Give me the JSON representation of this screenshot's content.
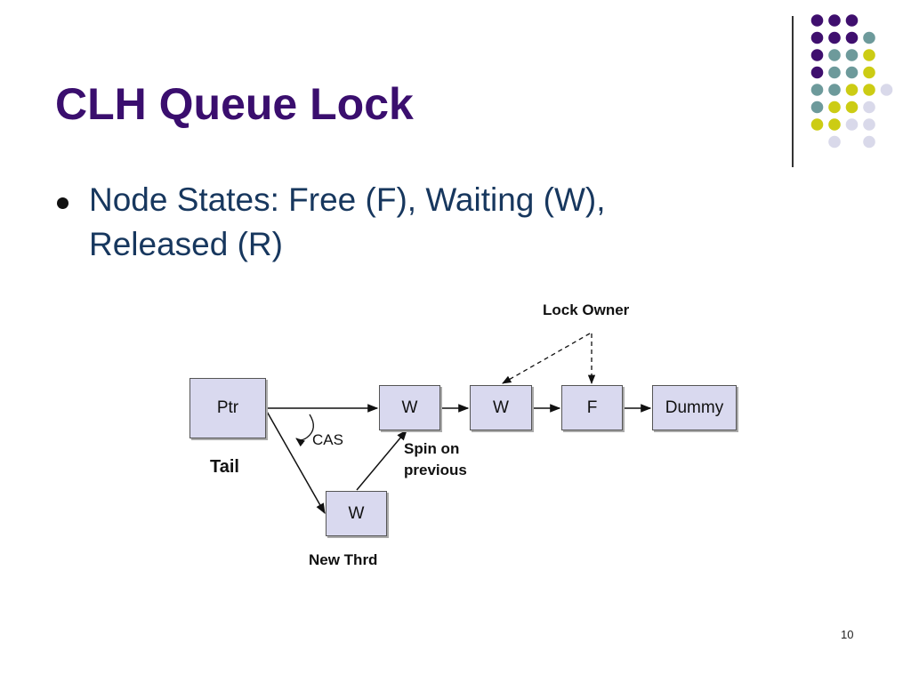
{
  "slide": {
    "title": "CLH Queue Lock",
    "bullets": [
      "Node States: Free (F), Waiting (W), Released (R)"
    ],
    "page_number": "10"
  },
  "diagram": {
    "nodes": {
      "ptr": "Ptr",
      "w1": "W",
      "w2": "W",
      "f": "F",
      "dummy": "Dummy",
      "new_w": "W"
    },
    "labels": {
      "lock_owner": "Lock Owner",
      "cas": "CAS",
      "spin_line1": "Spin on",
      "spin_line2": "previous",
      "tail": "Tail",
      "new_thread": "New Thrd"
    }
  },
  "theme": {
    "title_color": "#3a0e6e",
    "text_color": "#17375e",
    "node_fill": "#d9d9ef",
    "dot_colors": {
      "purple": "#3f0f6e",
      "teal": "#6d9a9b",
      "yellow": "#cccc14",
      "lavender": "#d9d9ea"
    }
  }
}
